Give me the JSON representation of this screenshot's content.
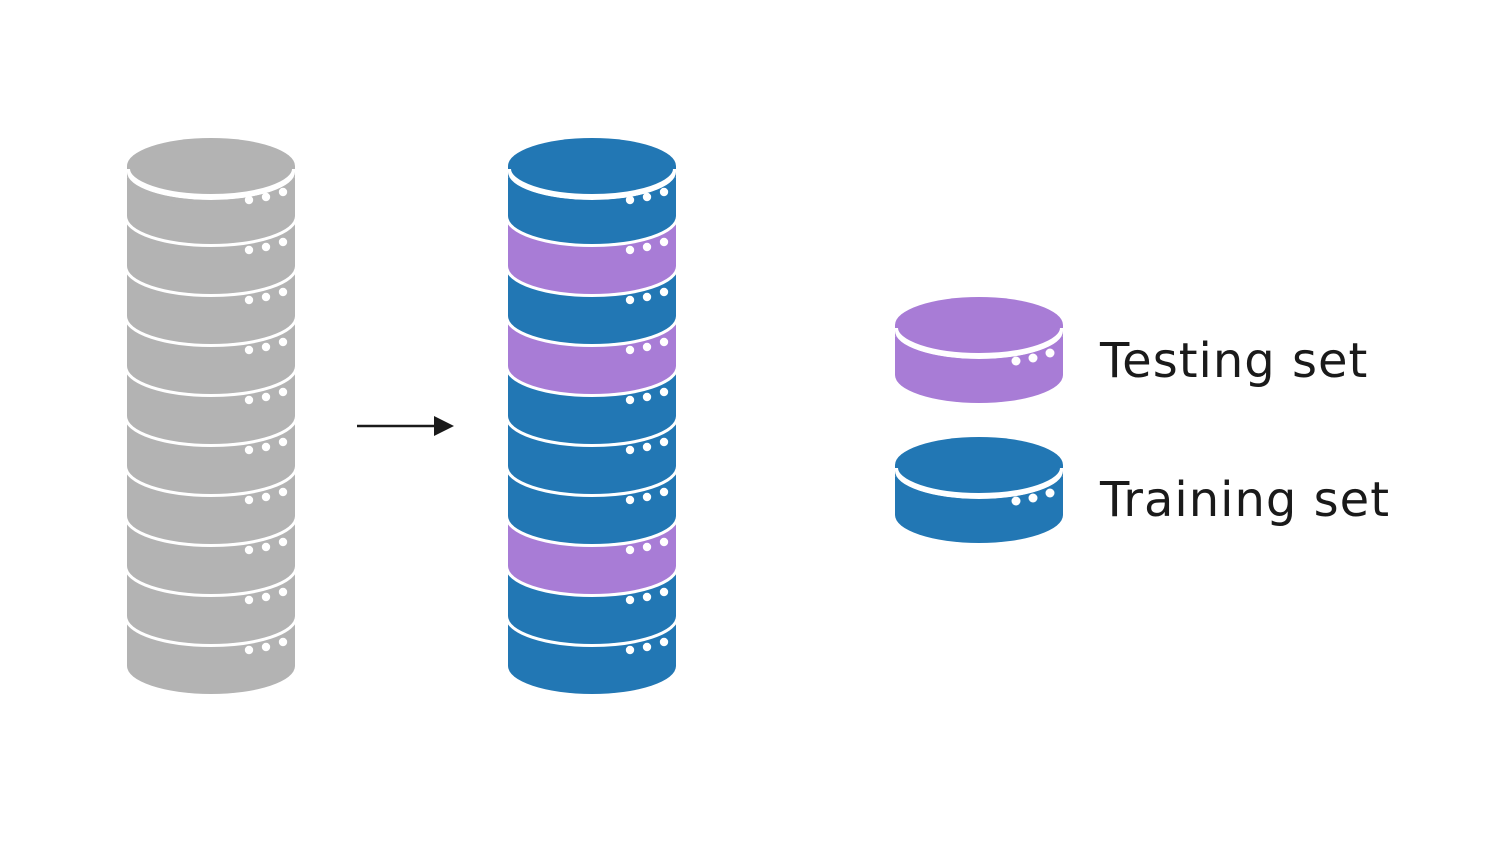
{
  "colors": {
    "original": "#b3b3b3",
    "testing": "#a87cd6",
    "training": "#2277b4",
    "separator": "#ffffff",
    "arrow": "#1a1a1a",
    "text": "#1a1a1a"
  },
  "original_stack": {
    "icon": "database-stack-icon",
    "segments": [
      "original",
      "original",
      "original",
      "original",
      "original",
      "original",
      "original",
      "original",
      "original",
      "original"
    ]
  },
  "split_stack": {
    "icon": "database-stack-icon",
    "segments": [
      "training",
      "testing",
      "training",
      "testing",
      "training",
      "training",
      "training",
      "testing",
      "training",
      "training"
    ]
  },
  "arrow": {
    "icon": "right-arrow-icon"
  },
  "legend": {
    "testing": {
      "label": "Testing set",
      "color_key": "testing",
      "icon": "database-disk-icon"
    },
    "training": {
      "label": "Training set",
      "color_key": "training",
      "icon": "database-disk-icon"
    }
  }
}
